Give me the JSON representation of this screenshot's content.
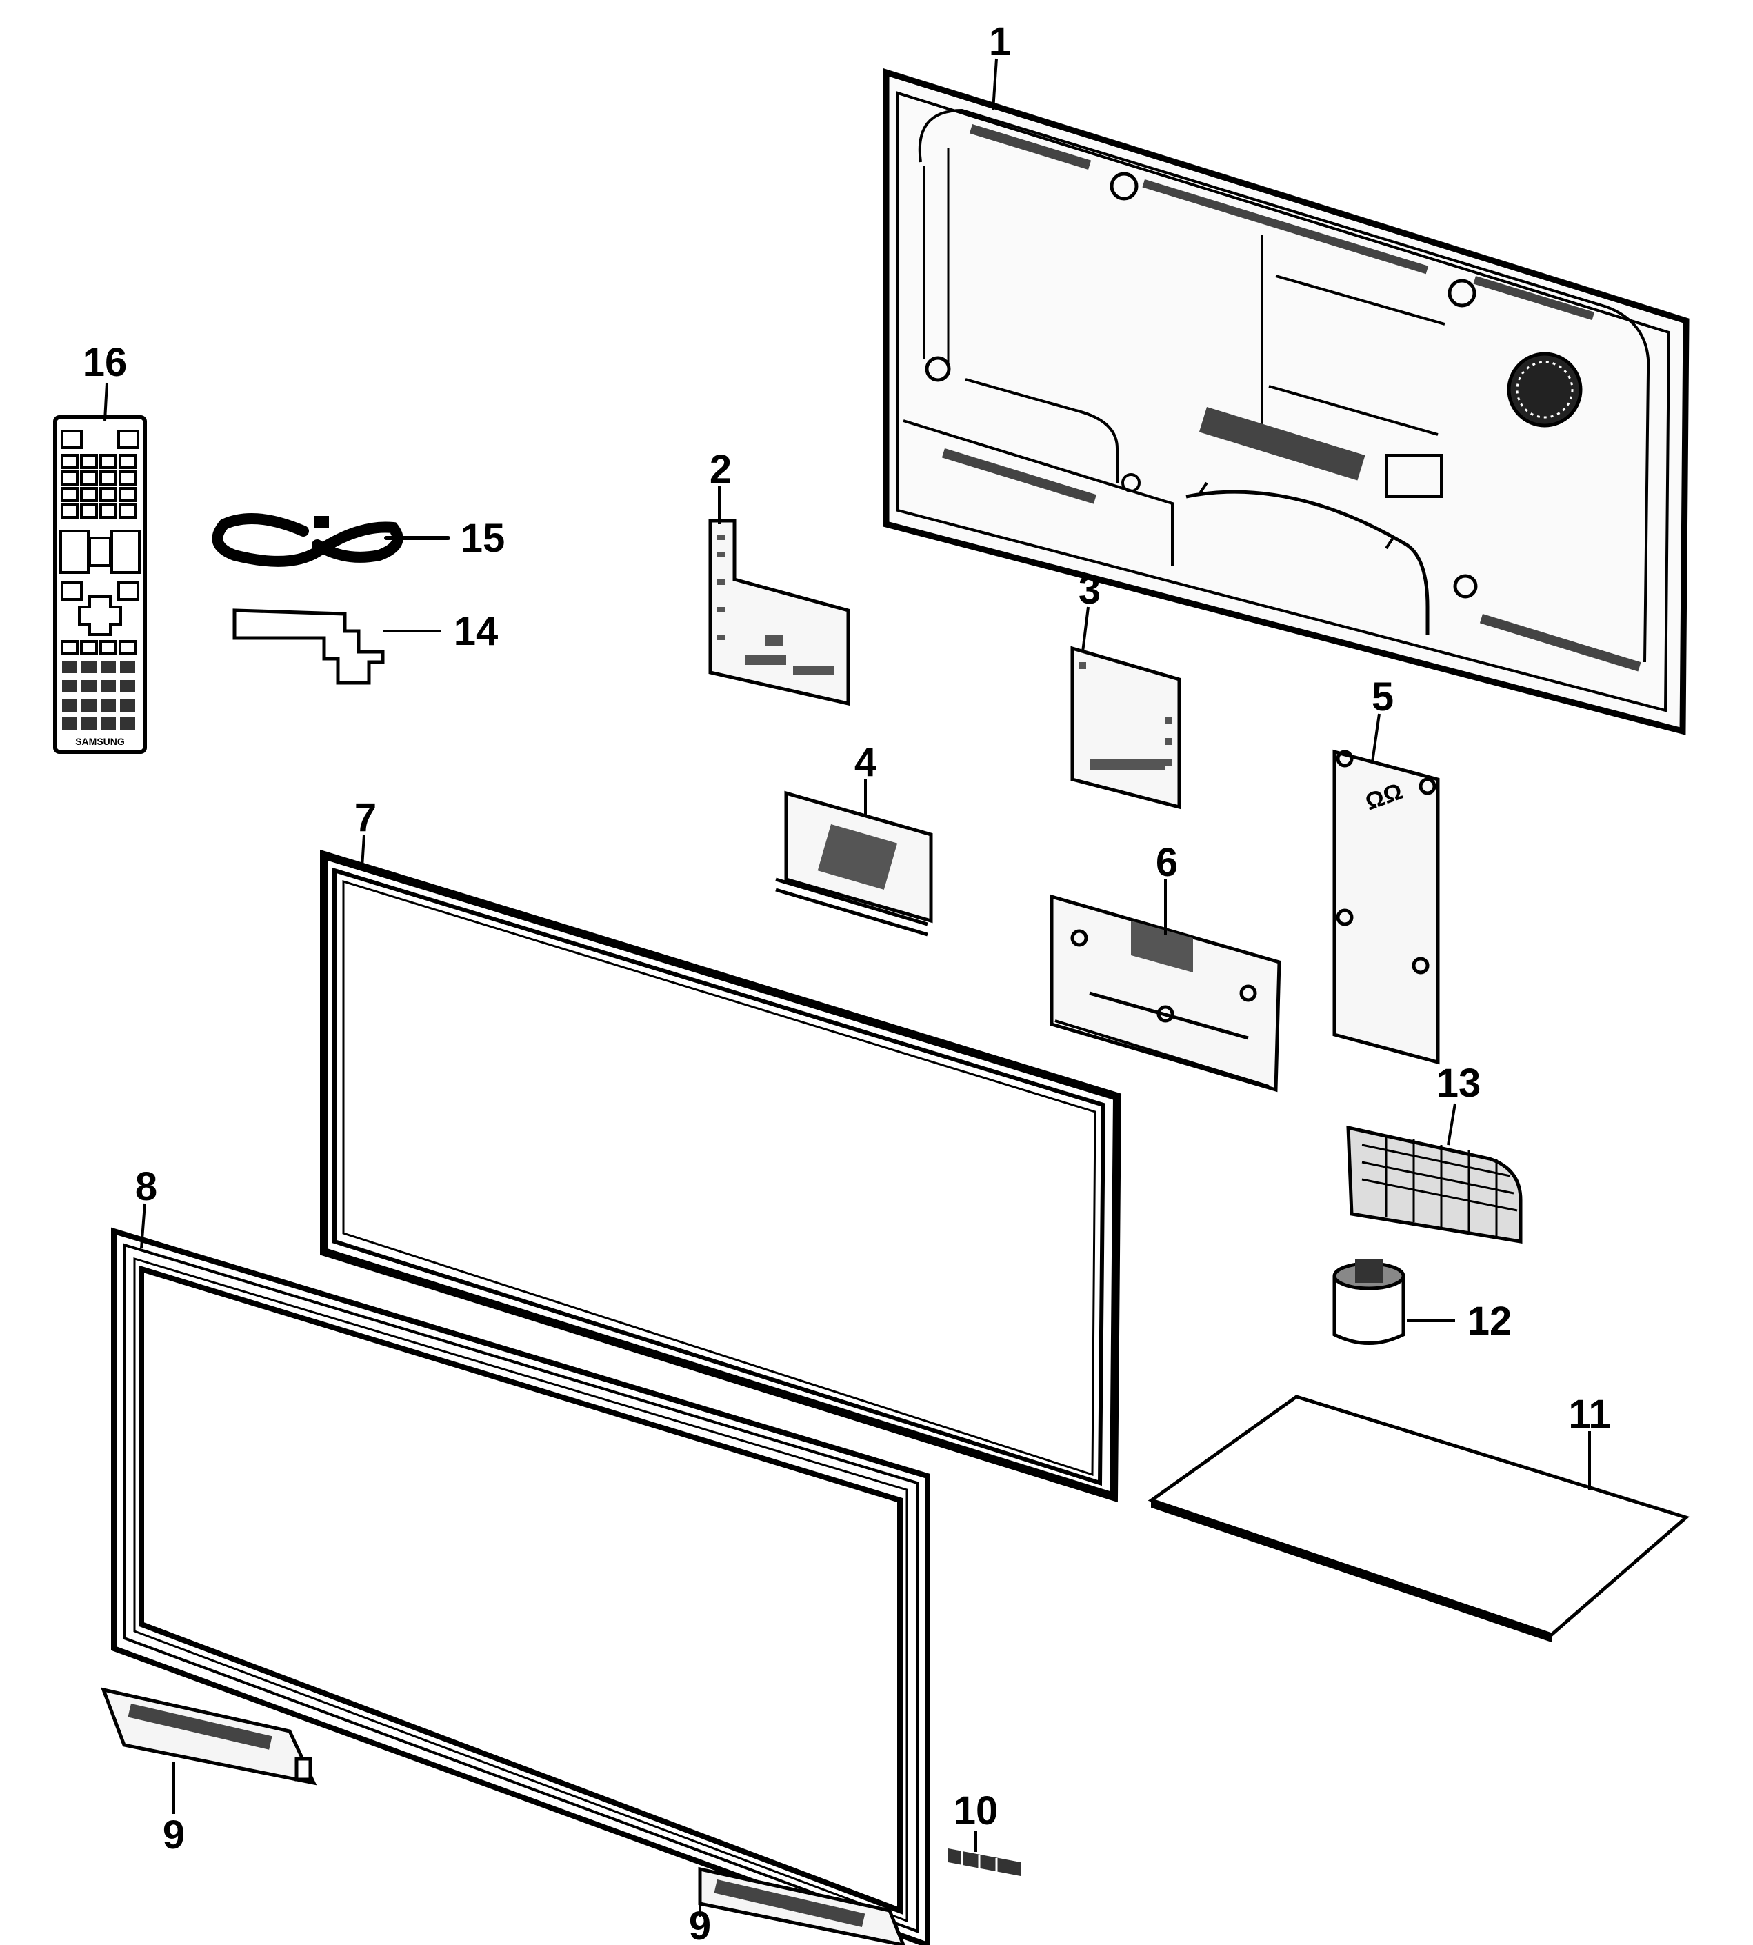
{
  "diagram": {
    "parts": [
      {
        "id": "part-1",
        "label": "1"
      },
      {
        "id": "part-2",
        "label": "2"
      },
      {
        "id": "part-3",
        "label": "3"
      },
      {
        "id": "part-4",
        "label": "4"
      },
      {
        "id": "part-5",
        "label": "5"
      },
      {
        "id": "part-6",
        "label": "6"
      },
      {
        "id": "part-7",
        "label": "7"
      },
      {
        "id": "part-8",
        "label": "8"
      },
      {
        "id": "part-9a",
        "label": "9"
      },
      {
        "id": "part-9b",
        "label": "9"
      },
      {
        "id": "part-10",
        "label": "10"
      },
      {
        "id": "part-11",
        "label": "11"
      },
      {
        "id": "part-12",
        "label": "12"
      },
      {
        "id": "part-13",
        "label": "13"
      },
      {
        "id": "part-14",
        "label": "14"
      },
      {
        "id": "part-15",
        "label": "15"
      },
      {
        "id": "part-16",
        "label": "16"
      }
    ],
    "remote_brand": "SAMSUNG"
  }
}
